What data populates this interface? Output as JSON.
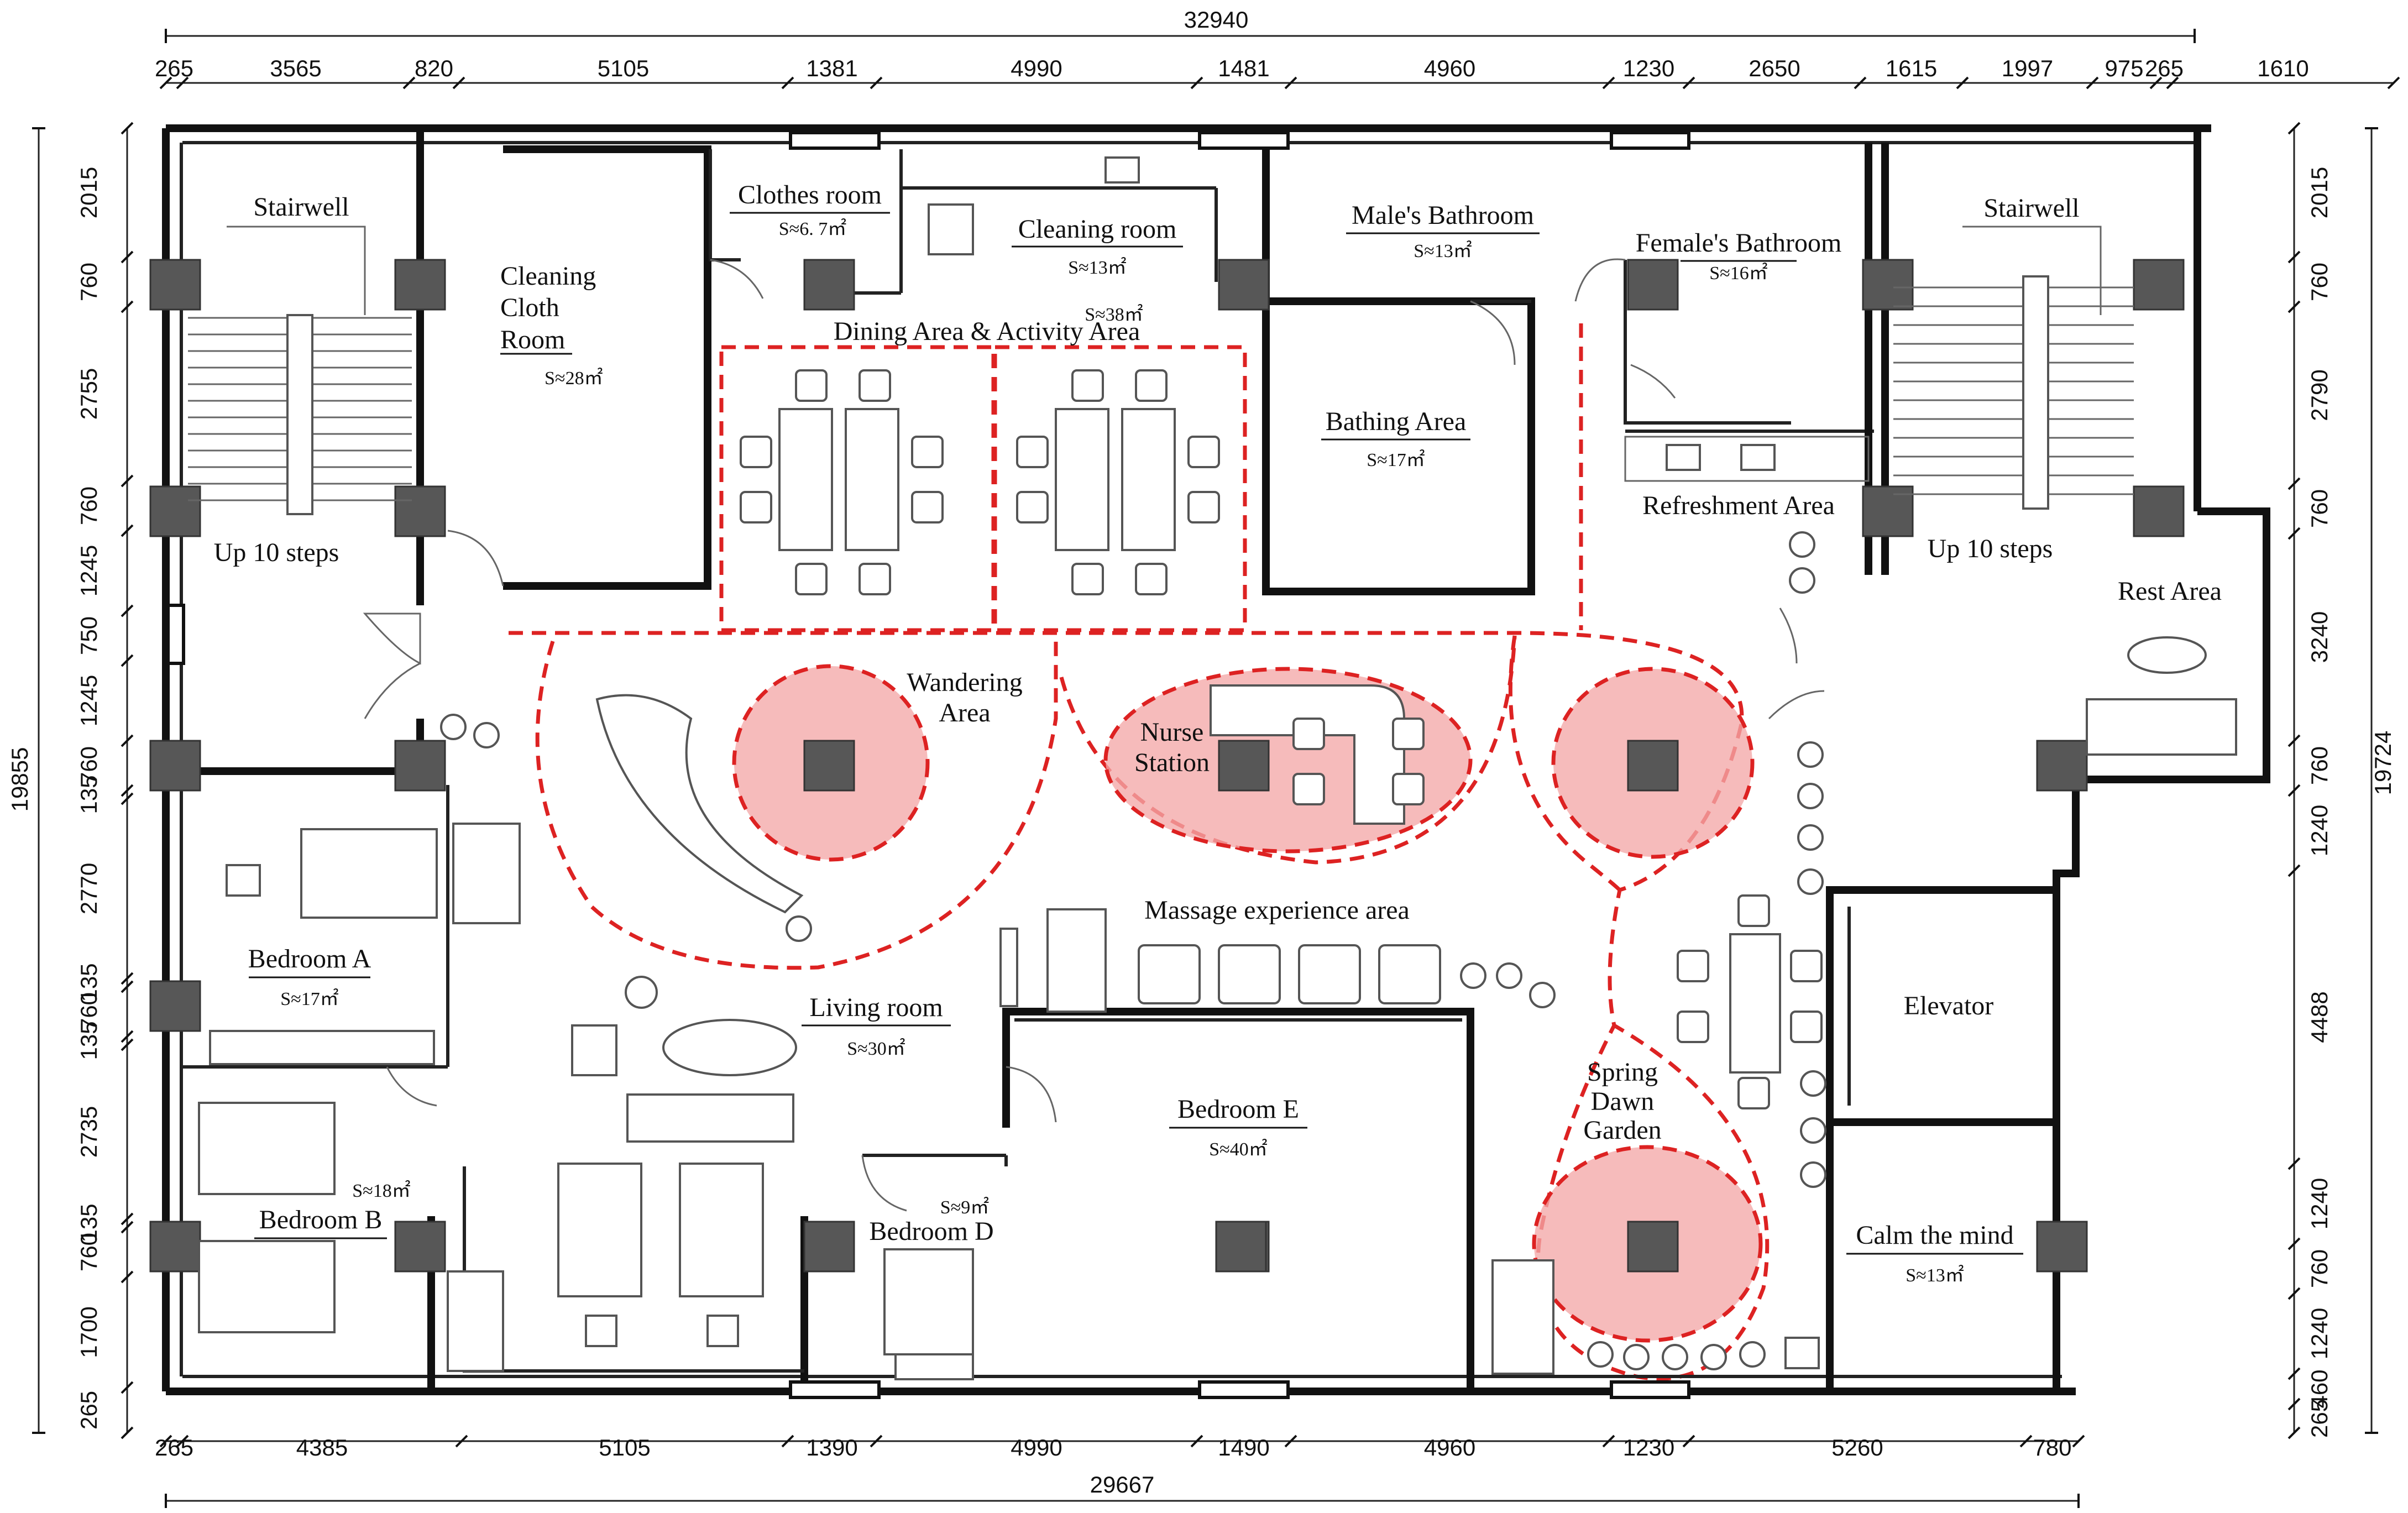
{
  "dimensions": {
    "top_total": "32940",
    "top": [
      "265",
      "3565",
      "820",
      "5105",
      "1381",
      "4990",
      "1481",
      "4960",
      "1230",
      "2650",
      "1615",
      "1997",
      "975",
      "265",
      "1610"
    ],
    "bottom_total": "29667",
    "bottom": [
      "265",
      "4385",
      "5105",
      "1390",
      "4990",
      "1490",
      "4960",
      "1230",
      "5260",
      "780"
    ],
    "left_total": "19855",
    "left": [
      "2015",
      "760",
      "2755",
      "760",
      "1245",
      "750",
      "1245",
      "760",
      "135",
      "2770",
      "135",
      "760",
      "135",
      "2735",
      "135",
      "760",
      "1700",
      "265"
    ],
    "right_total": "19724",
    "right": [
      "2015",
      "760",
      "2790",
      "760",
      "3240",
      "760",
      "1240",
      "4488",
      "1240",
      "760",
      "1240",
      "460",
      "265"
    ]
  },
  "rooms": {
    "stairwell_left": "Stairwell",
    "up_steps_left": "Up 10 steps",
    "cleaning_cloth": [
      "Cleaning",
      "Cloth",
      "Room"
    ],
    "cleaning_cloth_area": "S≈28㎡",
    "clothes_room": "Clothes room",
    "clothes_room_area": "S≈6. 7㎡",
    "cleaning_room": "Cleaning room",
    "cleaning_room_area": "S≈13㎡",
    "dining_area": "Dining Area & Activity Area",
    "dining_area_size": "S≈38㎡",
    "male_bathroom": "Male's Bathroom",
    "male_bathroom_area": "S≈13㎡",
    "female_bathroom": "Female's Bathroom",
    "female_bathroom_area": "S≈16㎡",
    "stairwell_right": "Stairwell",
    "up_steps_right": "Up 10 steps",
    "bathing_area": "Bathing Area",
    "bathing_area_size": "S≈17㎡",
    "refreshment_area": "Refreshment Area",
    "rest_area": "Rest Area",
    "wandering_area": [
      "Wandering",
      "Area"
    ],
    "nurse_station": [
      "Nurse",
      "Station"
    ],
    "bedroom_a": "Bedroom A",
    "bedroom_a_area": "S≈17㎡",
    "massage_area": "Massage experience area",
    "living_room": "Living room",
    "living_room_area": "S≈30㎡",
    "elevator": "Elevator",
    "bedroom_e": "Bedroom E",
    "bedroom_e_area": "S≈40㎡",
    "spring_garden": [
      "Spring",
      "Dawn",
      "Garden"
    ],
    "bedroom_b": "Bedroom B",
    "bedroom_b_area": "S≈18㎡",
    "bedroom_d": "Bedroom D",
    "bedroom_d_area": "S≈9㎡",
    "calm_mind": "Calm the mind",
    "calm_mind_area": "S≈13㎡"
  },
  "colors": {
    "walls": "#111111",
    "pillars": "#575757",
    "zone_outline": "#dd2222",
    "zone_fill": "#f3a8a8"
  }
}
